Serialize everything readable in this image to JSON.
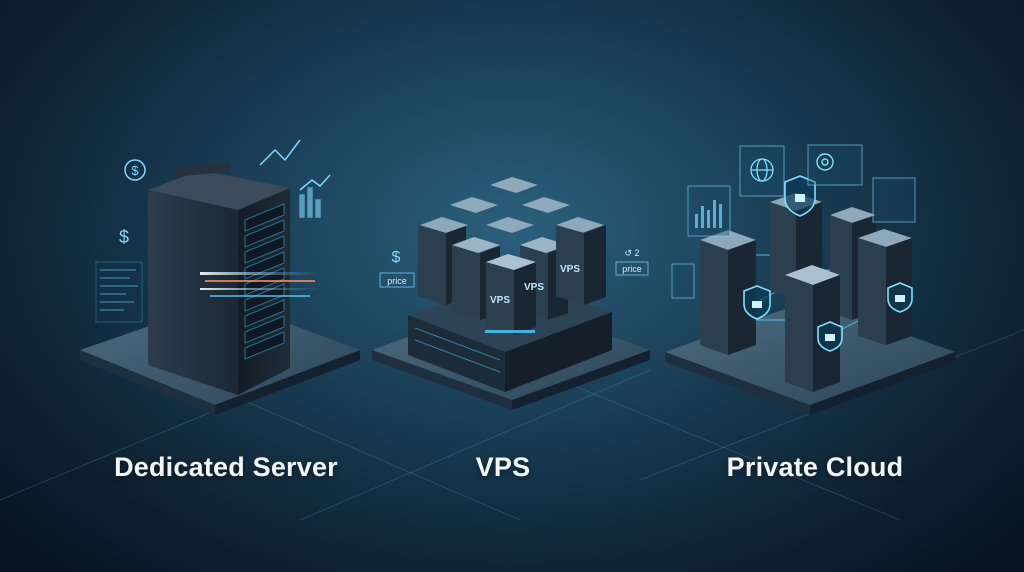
{
  "products": [
    {
      "name": "Dedicated Server"
    },
    {
      "name": "VPS"
    },
    {
      "name": "Private Cloud"
    }
  ],
  "vps_cube_label": "VPS",
  "price_tag": "price",
  "price_formula": "↺ 2",
  "dollar_sign": "$",
  "colors": {
    "background_center": "#2b5f7c",
    "background_edge": "#08131e",
    "accent_glow": "#4fd0ff",
    "label_text": "#f2f6fa"
  },
  "icons": [
    "dollar-icon",
    "trend-chart-icon",
    "shield-lock-icon",
    "globe-icon",
    "gear-icon",
    "lock-icon"
  ]
}
